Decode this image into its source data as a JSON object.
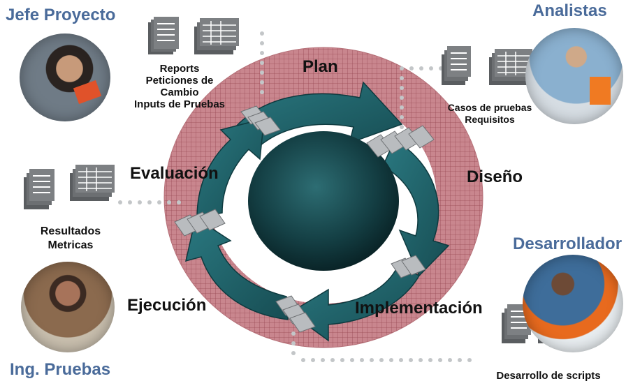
{
  "roles": {
    "project_lead": "Jefe Proyecto",
    "analysts": "Analistas",
    "developer": "Desarrollador",
    "test_engineer": "Ing. Pruebas"
  },
  "phases": {
    "plan": "Plan",
    "design": "Diseño",
    "implementation": "Implementación",
    "execution": "Ejecución",
    "evaluation": "Evaluación"
  },
  "artifacts": {
    "project_lead": [
      "Reports",
      "Peticiones de",
      "Cambio",
      "Inputs de Pruebas"
    ],
    "analysts": [
      "Casos de pruebas",
      "Requisitos"
    ],
    "evaluation": [
      "Resultados",
      "Metricas"
    ],
    "developer": [
      "Desarrollo de scripts"
    ]
  },
  "colors": {
    "role_text": "#4a6b9a",
    "ring_pink": "#c9868e",
    "ring_grid": "#9a4a55",
    "arrow_teal": "#1f5f66",
    "core_dark": "#0f3438",
    "dots": "#c3c6c8"
  },
  "icons": {
    "documents": "document-stack-icon",
    "spreadsheets": "spreadsheet-stack-icon",
    "folders": "folder-stack-icon"
  }
}
